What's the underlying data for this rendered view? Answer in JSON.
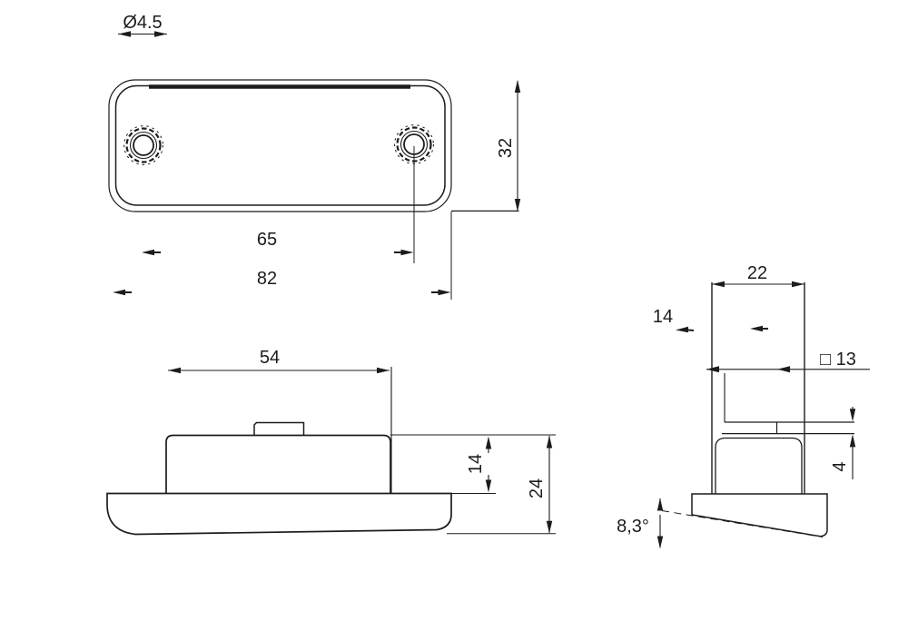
{
  "background": "#ffffff",
  "line_color": "#1c1c1c",
  "views": {
    "top": {
      "name": "top-view",
      "dim_hole_diameter": "Ø4.5",
      "dim_height": "32",
      "dim_hole_spacing": "65",
      "dim_overall_width": "82"
    },
    "side": {
      "name": "side-view",
      "dim_body_width": "54",
      "dim_body_height": "14",
      "dim_total_height": "24"
    },
    "end": {
      "name": "end-view",
      "dim_offset": "14",
      "dim_width": "22",
      "dim_square": "□ 13",
      "dim_nub_height": "4",
      "dim_angle": "8,3°"
    }
  }
}
